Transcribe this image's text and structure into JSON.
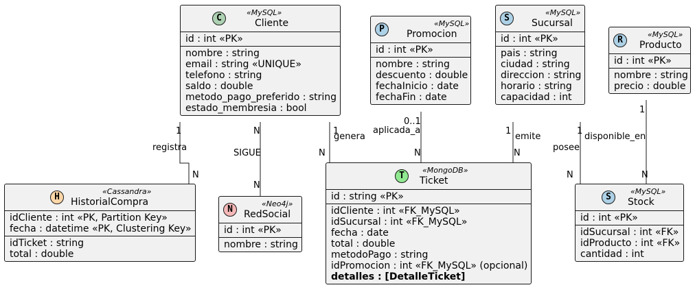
{
  "classes": {
    "cliente": {
      "badge": "C",
      "badge_color": "#add1b2",
      "stereotype": "«MySQL»",
      "name": "Cliente",
      "keys": [
        "id : int «PK»"
      ],
      "attrs": [
        "nombre : string",
        "email : string «UNIQUE»",
        "telefono : string",
        "saldo : double",
        "metodo_pago_preferido : string",
        "estado_membresia : bool"
      ]
    },
    "promocion": {
      "badge": "P",
      "badge_color": "#add1e6",
      "stereotype": "«MySQL»",
      "name": "Promocion",
      "keys": [
        "id : int «PK»"
      ],
      "attrs": [
        "nombre : string",
        "descuento : double",
        "fechaInicio : date",
        "fechaFin : date"
      ]
    },
    "sucursal": {
      "badge": "S",
      "badge_color": "#add1e6",
      "stereotype": "«MySQL»",
      "name": "Sucursal",
      "keys": [
        "id : int «PK»"
      ],
      "attrs": [
        "pais : string",
        "ciudad : string",
        "direccion : string",
        "horario : string",
        "capacidad : int"
      ]
    },
    "producto": {
      "badge": "R",
      "badge_color": "#add1e6",
      "stereotype": "«MySQL»",
      "name": "Producto",
      "keys": [
        "id : int «PK»"
      ],
      "attrs": [
        "nombre : string",
        "precio : double"
      ]
    },
    "historial": {
      "badge": "H",
      "badge_color": "#ffd7a8",
      "stereotype": "«Cassandra»",
      "name": "HistorialCompra",
      "keys": [
        "idCliente : int «PK, Partition Key»",
        "fecha : datetime «PK, Clustering Key»"
      ],
      "attrs": [
        "idTicket : string",
        "total : double"
      ]
    },
    "redsocial": {
      "badge": "N",
      "badge_color": "#f5b7b7",
      "stereotype": "«Neo4j»",
      "name": "RedSocial",
      "keys": [
        "id : int «PK»"
      ],
      "attrs": [
        "nombre : string"
      ]
    },
    "ticket": {
      "badge": "T",
      "badge_color": "#90e890",
      "stereotype": "«MongoDB»",
      "name": "Ticket",
      "keys": [
        "id : string «PK»"
      ],
      "attrs": [
        "idCliente : int «FK_MySQL»",
        "idSucursal : int «FK_MySQL»",
        "fecha : date",
        "total : double",
        "metodoPago : string",
        "idPromocion : int «FK_MySQL» (opcional)"
      ],
      "bold_attr": "detalles : [DetalleTicket]"
    },
    "stock": {
      "badge": "S",
      "badge_color": "#add1e6",
      "stereotype": "«MySQL»",
      "name": "Stock",
      "keys": [
        "id : int «PK»"
      ],
      "attrs": [
        "idSucursal : int «FK»",
        "idProducto : int «FK»",
        "cantidad : int"
      ]
    }
  },
  "relations": {
    "registra": {
      "label": "registra",
      "m_from": "1",
      "m_to": "N"
    },
    "sigue": {
      "label": "SIGUE",
      "m_from": "N",
      "m_to": "N"
    },
    "genera": {
      "label": "genera",
      "m_from": "1",
      "m_to": "N"
    },
    "aplicada_a": {
      "label": "aplicada_a",
      "m_from": "0..1",
      "m_to": "N"
    },
    "emite": {
      "label": "emite",
      "m_from": "1",
      "m_to": "N"
    },
    "posee": {
      "label": "posee",
      "m_from": "1",
      "m_to": "N"
    },
    "disponible_en": {
      "label": "disponible_en",
      "m_from": "1",
      "m_to": "N"
    }
  }
}
